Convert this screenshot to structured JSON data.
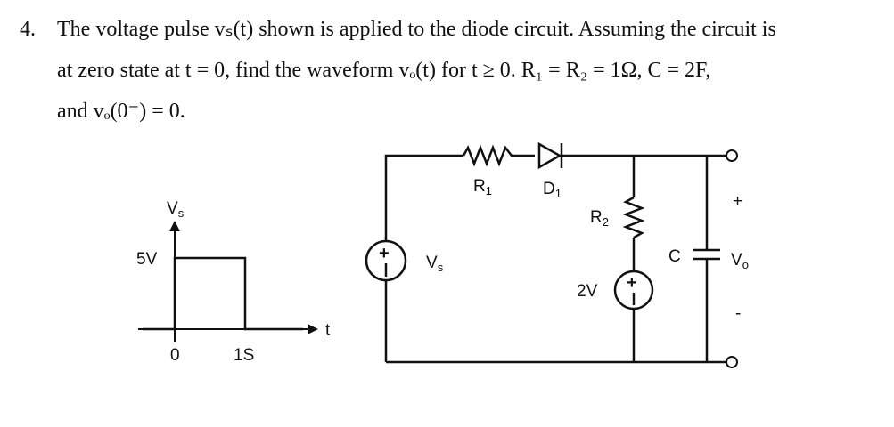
{
  "problem": {
    "number": "4.",
    "line1": "The voltage pulse vₛ(t) shown is applied to the diode circuit. Assuming the circuit is",
    "line2": "at zero state at t = 0, find the waveform vₒ(t) for t ≥ 0.  R₁ = R₂ = 1Ω, C = 2F,",
    "line3": "and vₒ(0⁻) = 0."
  },
  "pulse_graph": {
    "y_axis_label": "V",
    "y_axis_label_sub": "s",
    "x_axis_label": "t",
    "amplitude_label": "5V",
    "start_label": "0",
    "end_label": "1S"
  },
  "circuit": {
    "source_label": "V",
    "source_label_sub": "s",
    "r1_label": "R",
    "r1_sub": "1",
    "d1_label": "D",
    "d1_sub": "1",
    "r2_label": "R",
    "r2_sub": "2",
    "dc_source_label": "2V",
    "cap_label": "C",
    "output_label": "V",
    "output_label_sub": "o",
    "plus_sign": "+",
    "minus_sign": "-"
  }
}
